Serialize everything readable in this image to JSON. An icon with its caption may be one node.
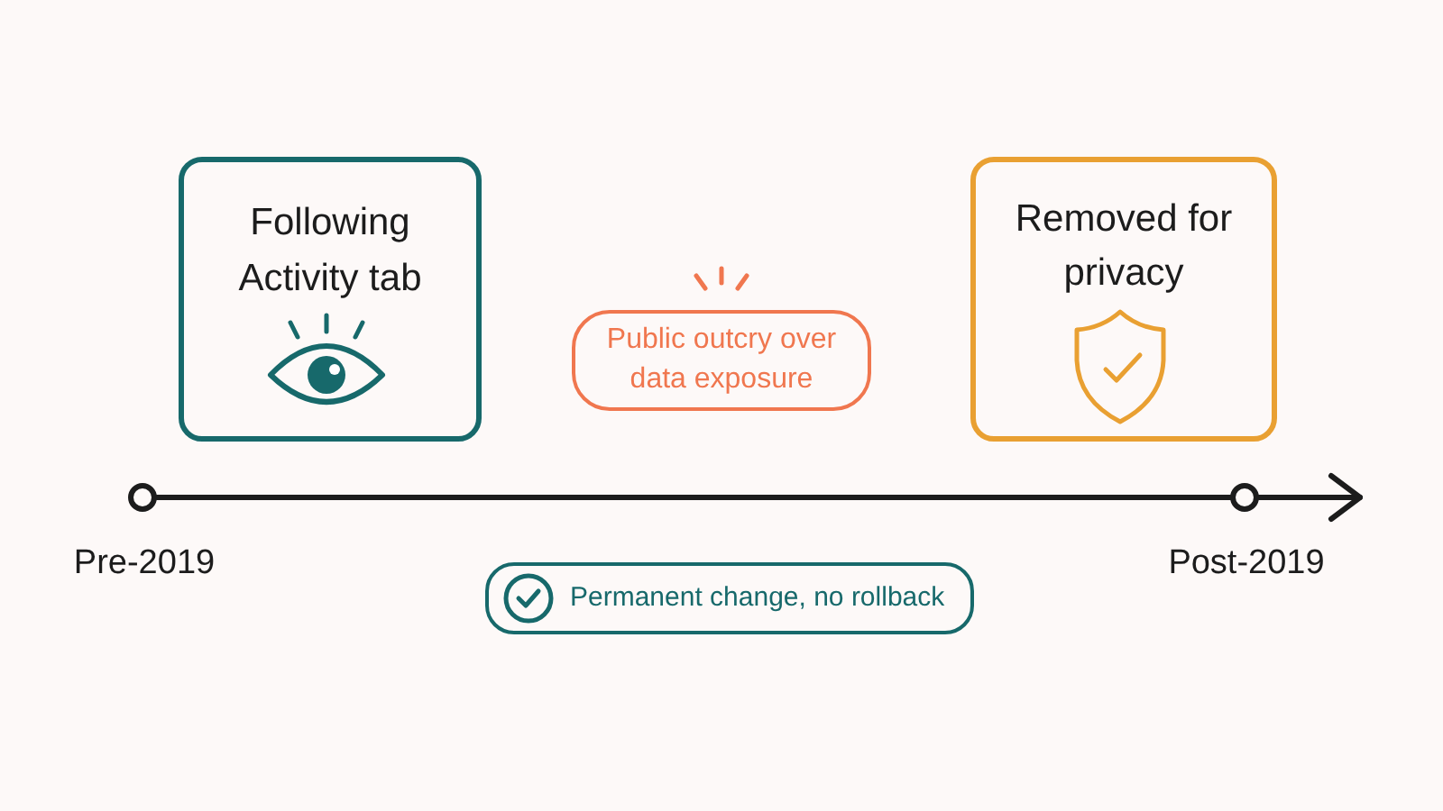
{
  "diagram": {
    "nodes": [
      {
        "text": [
          "Following Activity tab"
        ]
      },
      {
        "text": [
          "Public outcry over data exposure"
        ]
      },
      {
        "text": [
          "Removed for privacy"
        ]
      },
      {
        "text": [],
        "shape": "circle",
        "beside": [
          "Pre-2019"
        ]
      },
      {
        "text": [],
        "shape": "circle",
        "beside": [
          "Post-2019"
        ]
      },
      {
        "text": [
          "Permanent change, no rollback"
        ]
      }
    ],
    "edges": [
      {
        "from": 3,
        "to": 4,
        "arrow": "none"
      },
      {
        "from": 4,
        "to": null,
        "arrow": "to"
      }
    ]
  }
}
